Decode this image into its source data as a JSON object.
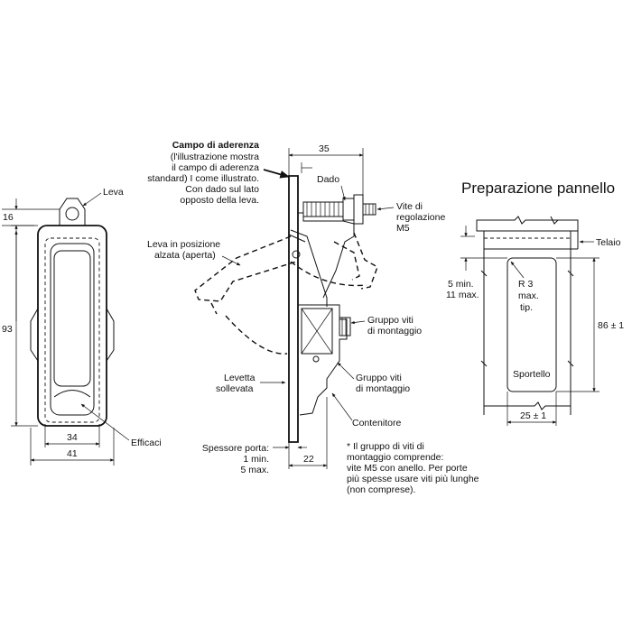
{
  "labels": {
    "leva": "Leva",
    "efficaci": "Efficaci",
    "campo_title": "Campo di aderenza",
    "campo_lines": [
      "(l'illustrazione mostra",
      "il campo di aderenza",
      "standard) I come illustrato.",
      "Con dado sul lato",
      "opposto della leva."
    ],
    "dado": "Dado",
    "vite_lines": [
      "Vite di",
      "regolazione",
      "M5"
    ],
    "leva_alzata_lines": [
      "Leva in posizione",
      "alzata (aperta)"
    ],
    "gruppo1_lines": [
      "Gruppo viti",
      "di montaggio"
    ],
    "gruppo2_lines": [
      "Gruppo viti",
      "di montaggio"
    ],
    "levetta_lines": [
      "Levetta",
      "sollevata"
    ],
    "contenitore": "Contenitore",
    "spessore_lines": [
      "Spessore porta:",
      "1 min.",
      "5 max."
    ],
    "note_lines": [
      "* Il gruppo di viti di",
      "montaggio comprende:",
      "vite M5 con anello. Per porte",
      "più spesse usare viti più lunghe",
      "(non comprese)."
    ],
    "prep_title": "Preparazione pannello",
    "telaio": "Telaio",
    "min_max_lines": [
      "5 min.",
      "11 max."
    ],
    "radius_lines": [
      "R 3",
      "max.",
      "tip."
    ],
    "sportello": "Sportello"
  },
  "dimensions": {
    "d16": "16",
    "d93": "93",
    "d34": "34",
    "d41": "41",
    "d35": "35",
    "d22": "22",
    "d86": "86 ± 1",
    "d25": "25 ± 1"
  },
  "icons": [
    "arrow-icon",
    "screw-icon",
    "nut-icon"
  ]
}
